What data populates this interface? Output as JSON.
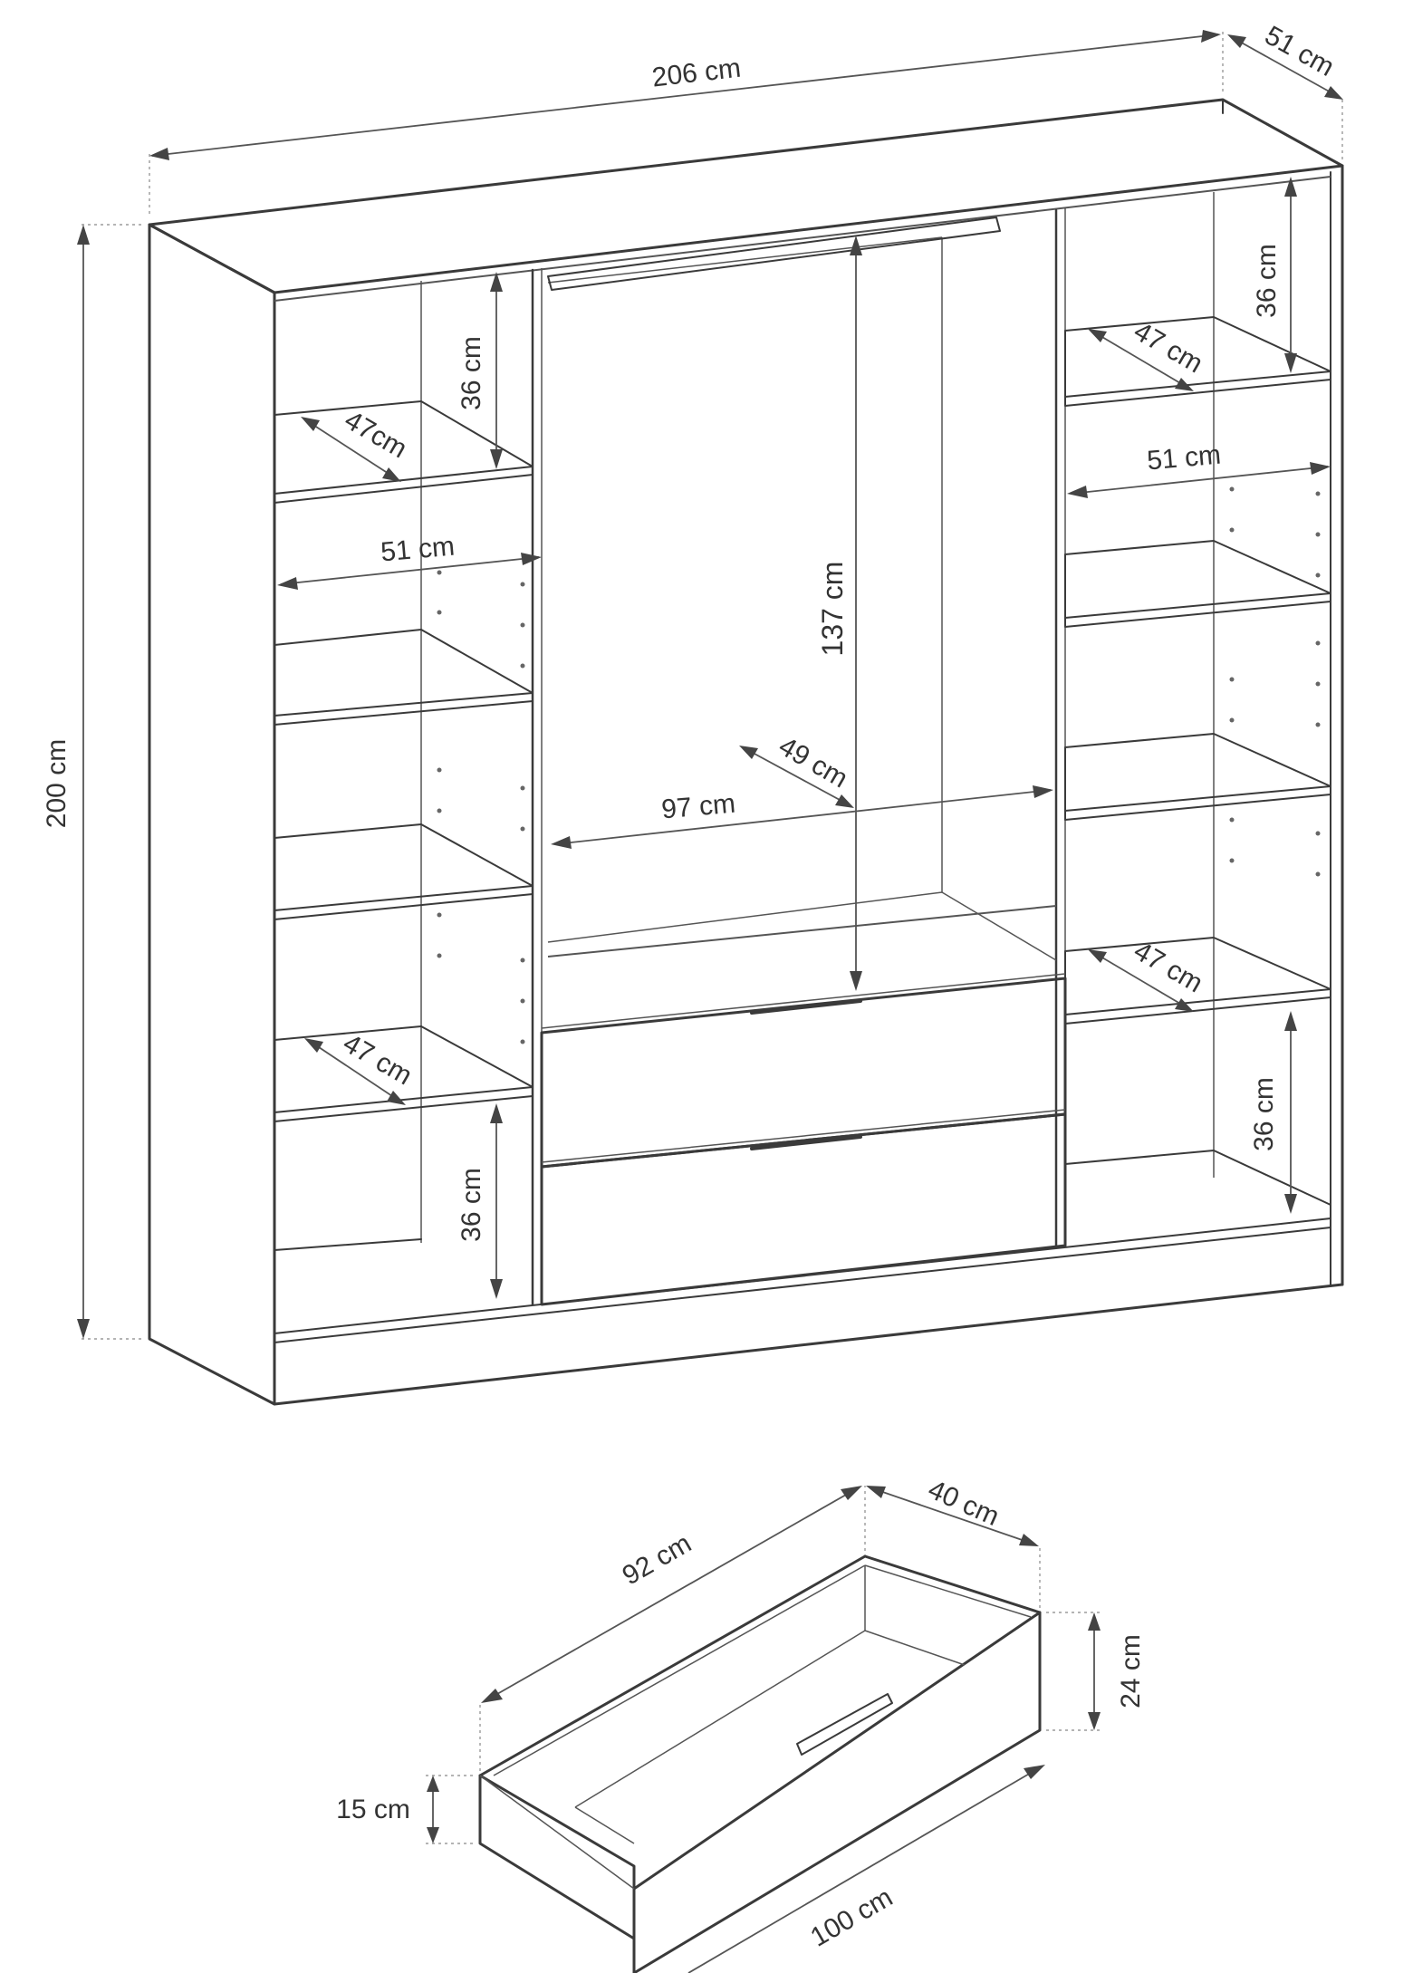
{
  "colors": {
    "line": "#3a3a3a",
    "dimension": "#555555",
    "text": "#333333",
    "background": "#ffffff"
  },
  "wardrobe": {
    "width": "206 cm",
    "depth": "51 cm",
    "height": "200 cm",
    "left_section": {
      "top_shelf_gap": "36 cm",
      "shelf_depth_top": "47cm",
      "inner_width": "51 cm",
      "shelf_depth_bottom": "47 cm",
      "bottom_shelf_gap": "36 cm"
    },
    "center_section": {
      "hanging_height": "137 cm",
      "depth": "49 cm",
      "inner_width": "97 cm"
    },
    "right_section": {
      "top_shelf_gap": "36 cm",
      "shelf_depth_top": "47 cm",
      "inner_width": "51 cm",
      "shelf_depth_bottom": "47 cm",
      "bottom_shelf_gap": "36 cm"
    }
  },
  "drawer": {
    "inner_length": "92 cm",
    "depth": "40 cm",
    "front_height": "24 cm",
    "side_height": "15 cm",
    "front_length": "100 cm"
  }
}
